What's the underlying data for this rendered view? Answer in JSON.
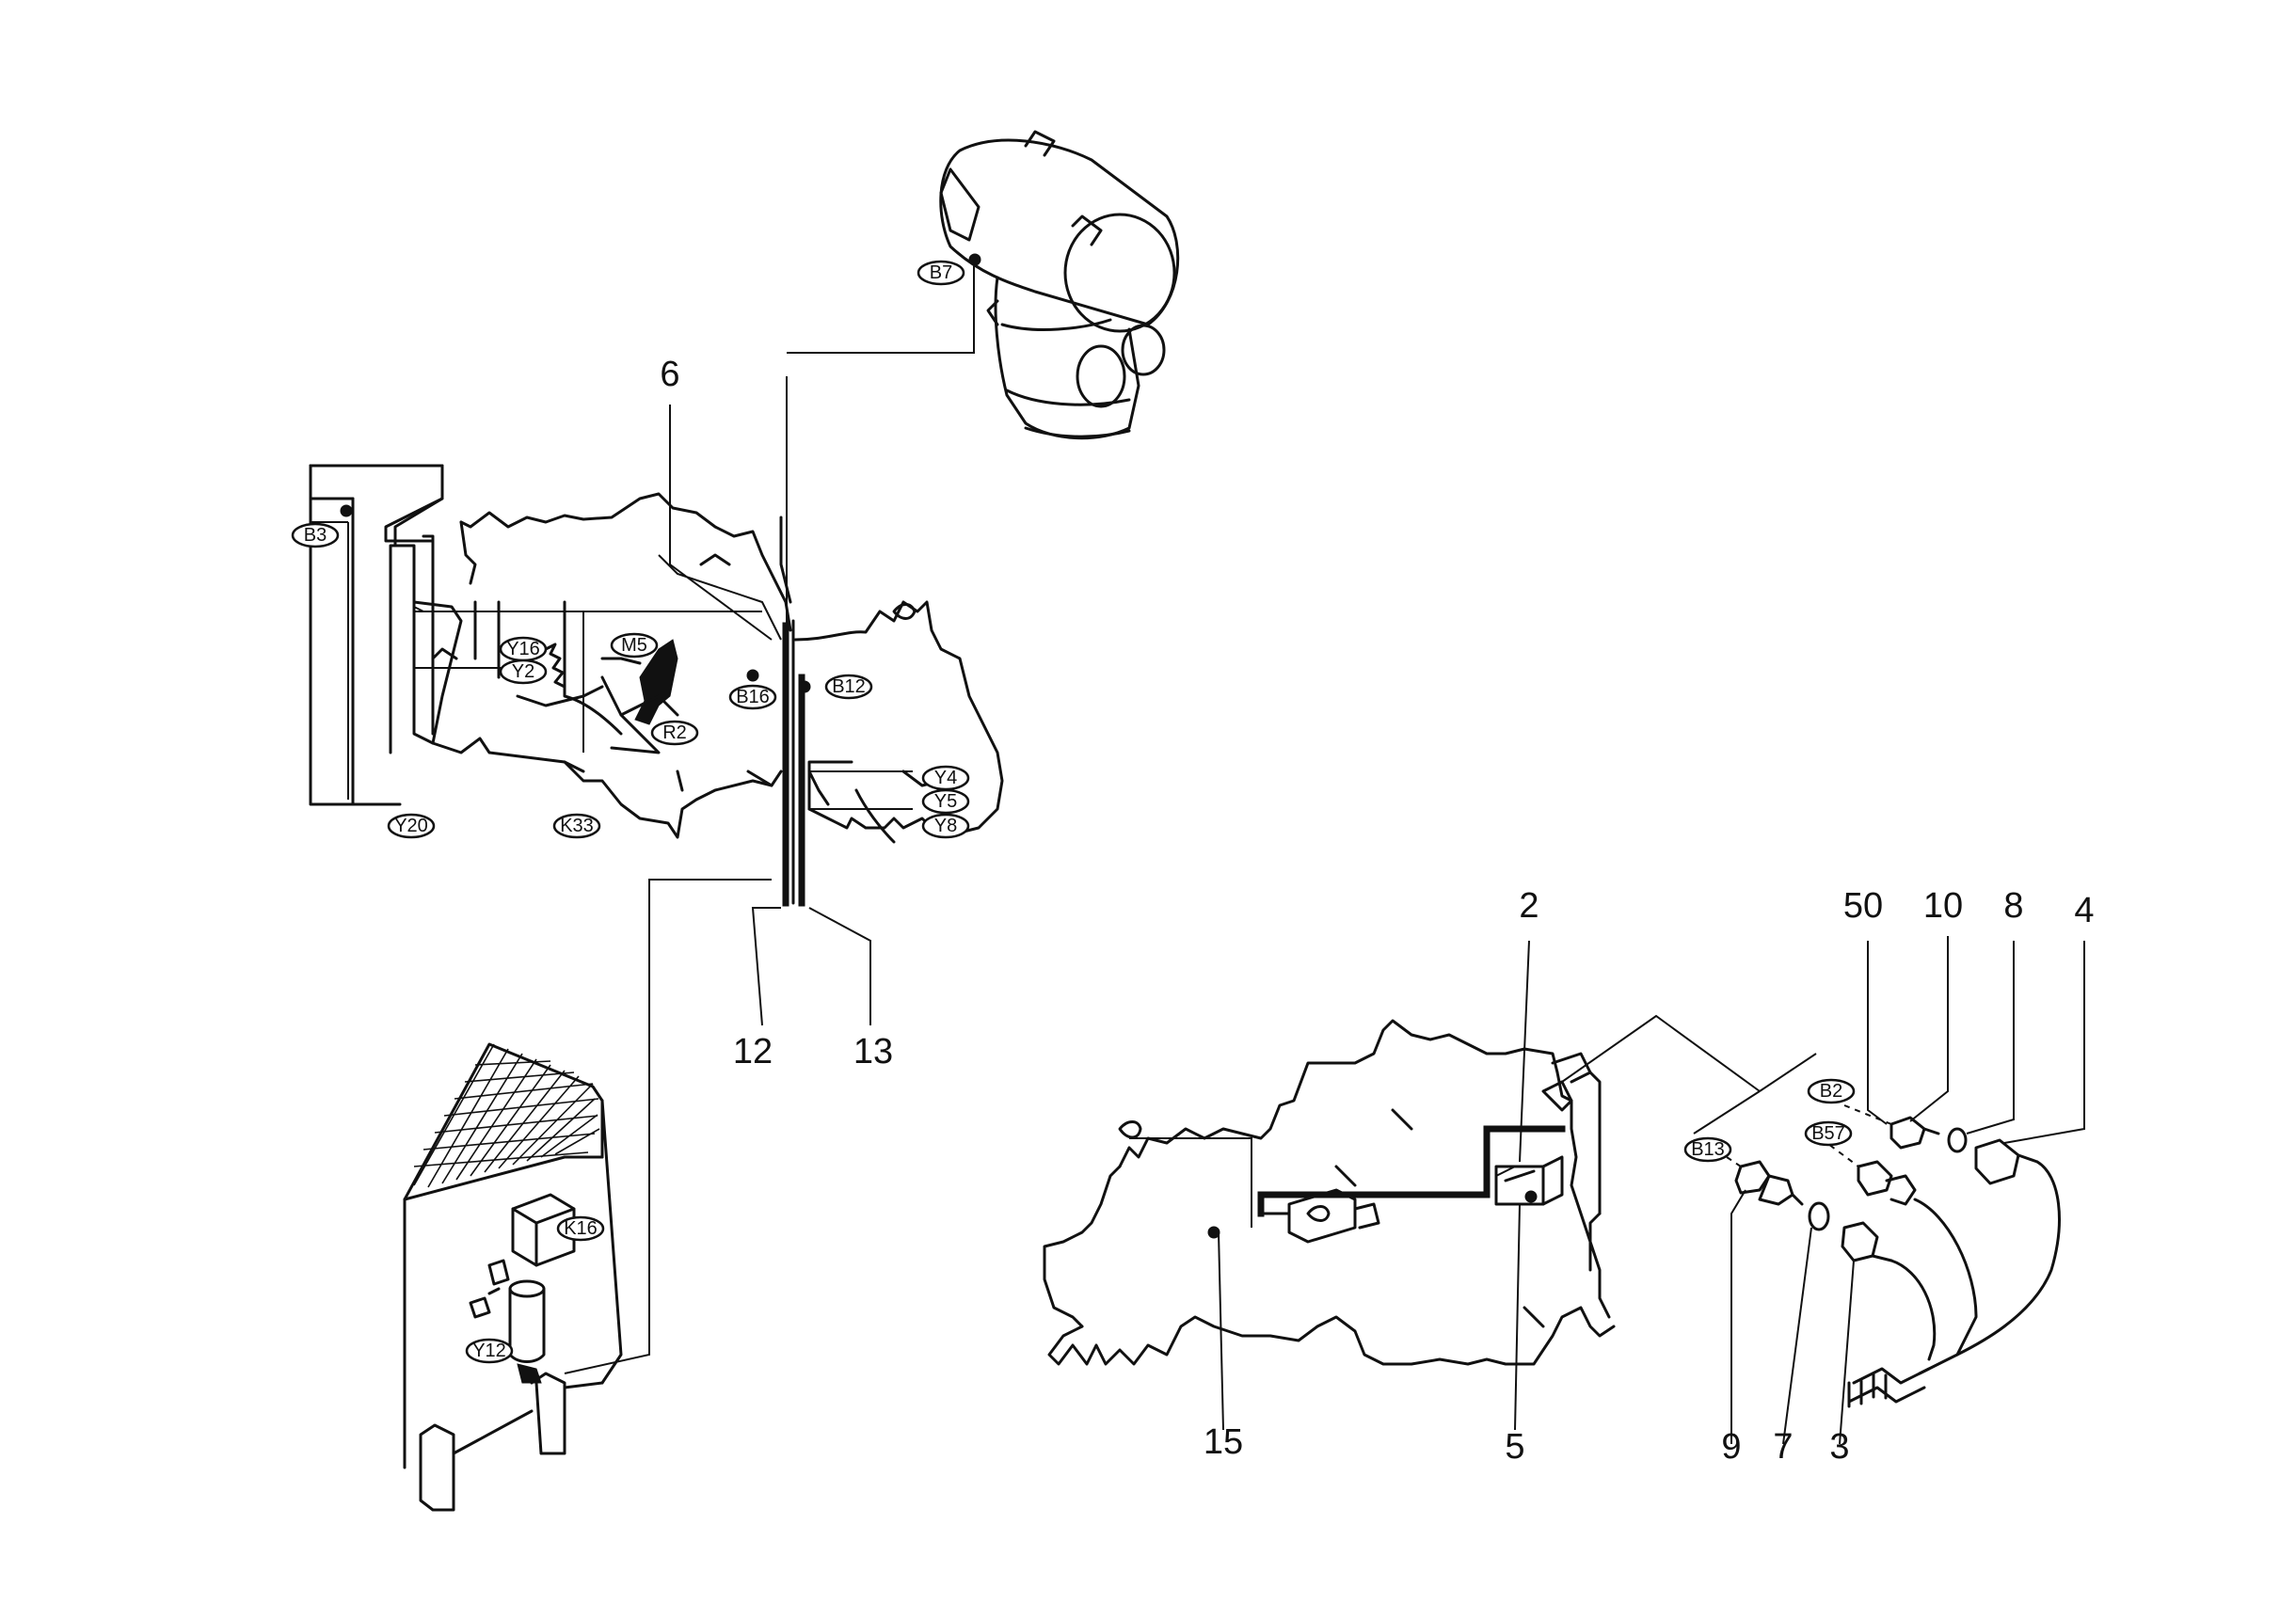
{
  "component_tags": {
    "b7": "B7",
    "b3": "B3",
    "y16": "Y16",
    "y2": "Y2",
    "m5": "M5",
    "r2": "R2",
    "b16": "B16",
    "b12": "B12",
    "y4": "Y4",
    "y5": "Y5",
    "y8": "Y8",
    "y20": "Y20",
    "k33": "K33",
    "k16": "K16",
    "y12": "Y12",
    "b2": "B2",
    "b57": "B57",
    "b13": "B13"
  },
  "part_numbers": {
    "n6": "6",
    "n12": "12",
    "n13": "13",
    "n2": "2",
    "n50": "50",
    "n10": "10",
    "n8": "8",
    "n4": "4",
    "n15": "15",
    "n5": "5",
    "n9": "9",
    "n7": "7",
    "n3": "3"
  }
}
